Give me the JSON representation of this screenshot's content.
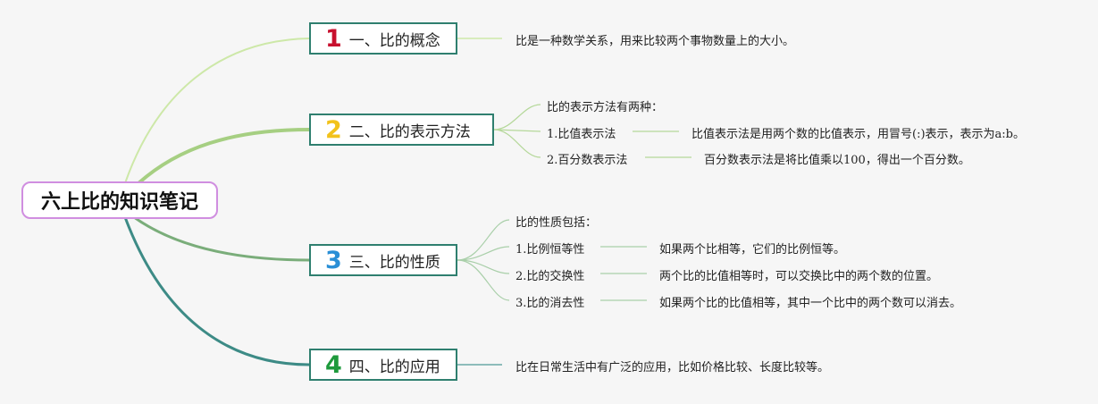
{
  "root": {
    "label": "六上比的知识笔记"
  },
  "topics": [
    {
      "number": "1",
      "label": "一、比的概念",
      "number_color": "#c8102e",
      "detail": "比是一种数学关系，用来比较两个事物数量上的大小。"
    },
    {
      "number": "2",
      "label": "二、比的表示方法",
      "number_color": "#f2c21b",
      "intro": "比的表示方法有两种：",
      "items": [
        {
          "name": "1.比值表示法",
          "desc": "比值表示法是用两个数的比值表示，用冒号(:)表示，表示为a:b。"
        },
        {
          "name": "2.百分数表示法",
          "desc": "百分数表示法是将比值乘以100，得出一个百分数。"
        }
      ]
    },
    {
      "number": "3",
      "label": "三、比的性质",
      "number_color": "#2a8fd6",
      "intro": "比的性质包括：",
      "items": [
        {
          "name": "1.比例恒等性",
          "desc": "如果两个比相等，它们的比例恒等。"
        },
        {
          "name": "2.比的交换性",
          "desc": "两个比的比值相等时，可以交换比中的两个数的位置。"
        },
        {
          "name": "3.比的消去性",
          "desc": "如果两个比的比值相等，其中一个比中的两个数可以消去。"
        }
      ]
    },
    {
      "number": "4",
      "label": "四、比的应用",
      "number_color": "#1e9a3c",
      "detail": "比在日常生活中有广泛的应用，比如价格比较、长度比较等。"
    }
  ]
}
